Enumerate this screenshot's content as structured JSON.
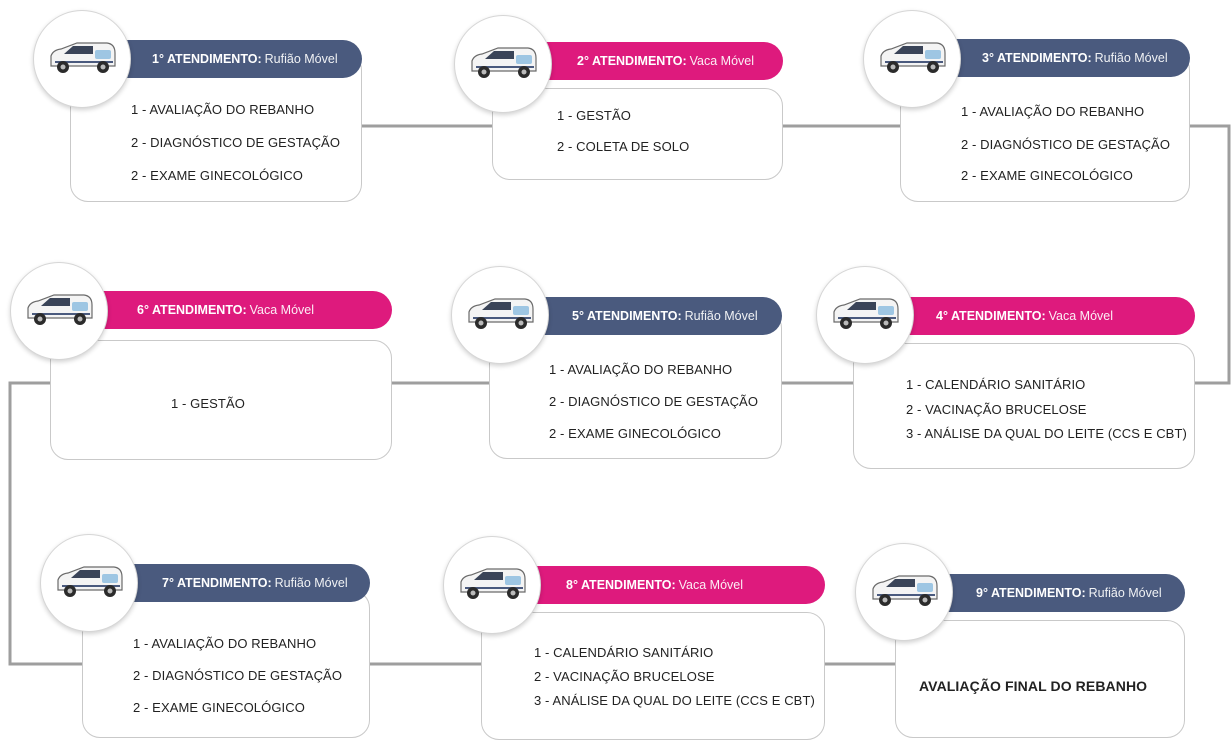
{
  "colors": {
    "blue_pill": "#4a5a7e",
    "pink_pill": "#de1a7d",
    "connector": "#9e9e9e"
  },
  "vehicle_icon": "van-icon",
  "steps": [
    {
      "heading": "1° ATENDIMENTO:",
      "unit": "Rufião Móvel",
      "color": "blue",
      "items": [
        "1 - AVALIAÇÃO DO REBANHO",
        "2 - DIAGNÓSTICO DE GESTAÇÃO",
        "2 - EXAME GINECOLÓGICO"
      ]
    },
    {
      "heading": "2° ATENDIMENTO:",
      "unit": "Vaca Móvel",
      "color": "pink",
      "items": [
        "1 - GESTÃO",
        "2 - COLETA DE SOLO"
      ]
    },
    {
      "heading": "3° ATENDIMENTO:",
      "unit": "Rufião Móvel",
      "color": "blue",
      "items": [
        "1 - AVALIAÇÃO DO REBANHO",
        "2 - DIAGNÓSTICO DE GESTAÇÃO",
        "2 - EXAME GINECOLÓGICO"
      ]
    },
    {
      "heading": "4° ATENDIMENTO:",
      "unit": "Vaca Móvel",
      "color": "pink",
      "items": [
        "1 - CALENDÁRIO SANITÁRIO",
        "2 - VACINAÇÃO BRUCELOSE",
        "3 - ANÁLISE DA QUAL DO LEITE (CCS E CBT)"
      ]
    },
    {
      "heading": "5° ATENDIMENTO:",
      "unit": "Rufião Móvel",
      "color": "blue",
      "items": [
        "1 - AVALIAÇÃO DO REBANHO",
        "2 - DIAGNÓSTICO DE GESTAÇÃO",
        "2 - EXAME GINECOLÓGICO"
      ]
    },
    {
      "heading": "6° ATENDIMENTO:",
      "unit": "Vaca Móvel",
      "color": "pink",
      "items": [
        "1 - GESTÃO"
      ]
    },
    {
      "heading": "7° ATENDIMENTO:",
      "unit": "Rufião Móvel",
      "color": "blue",
      "items": [
        "1 - AVALIAÇÃO DO REBANHO",
        "2 - DIAGNÓSTICO DE GESTAÇÃO",
        "2 - EXAME GINECOLÓGICO"
      ]
    },
    {
      "heading": "8° ATENDIMENTO:",
      "unit": "Vaca Móvel",
      "color": "pink",
      "items": [
        "1 - CALENDÁRIO SANITÁRIO",
        "2 - VACINAÇÃO BRUCELOSE",
        "3 - ANÁLISE DA QUAL DO LEITE (CCS E CBT)"
      ]
    },
    {
      "heading": "9° ATENDIMENTO:",
      "unit": "Rufião Móvel",
      "color": "blue",
      "items": [
        "AVALIAÇÃO FINAL DO REBANHO"
      ]
    }
  ]
}
